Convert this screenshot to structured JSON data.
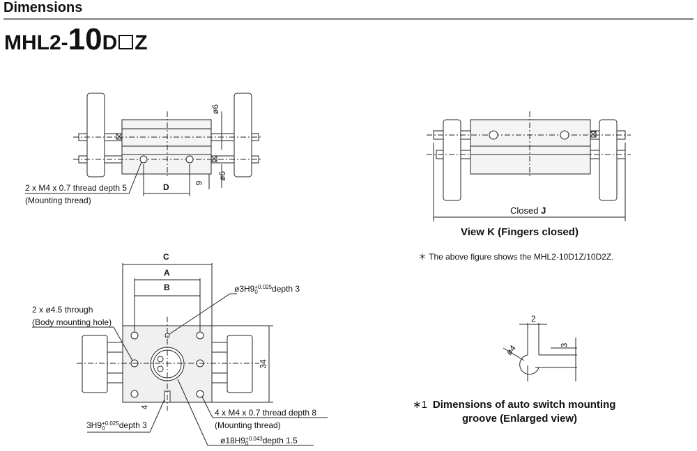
{
  "header": {
    "title": "Dimensions"
  },
  "model": {
    "prefix": "MHL2-",
    "size": "10",
    "d": "D",
    "z": "Z"
  },
  "view1": {
    "mounting_thread": "2 x M4 x 0.7 thread depth 5",
    "mounting_thread_note": "(Mounting thread)",
    "dim_d": "D",
    "dim_6a": "ø6",
    "dim_6b": "ø6",
    "dim_9": "9"
  },
  "viewk": {
    "closed_prefix": "Closed ",
    "closed_j": "J",
    "title": "View K (Fingers closed)",
    "note": "＊ The above figure shows the MHL2-10D1Z/10D2Z."
  },
  "bottom": {
    "dim_c": "C",
    "dim_a": "A",
    "dim_b": "B",
    "dim_34": "34",
    "dim_4": "4",
    "pin_hole": "ø3H9",
    "pin_tol_up": "+0.025",
    "pin_tol_lo": "0",
    "pin_depth": "depth 3",
    "through": "2 x ø4.5 through",
    "through_note": "(Body mounting hole)",
    "thread8": "4 x M4 x 0.7 thread depth 8",
    "thread8_note": "(Mounting thread)",
    "slot": "3H9",
    "slot_tol_up": "+0.025",
    "slot_tol_lo": "0",
    "slot_depth": "depth 3",
    "bore": "ø18H9",
    "bore_tol_up": "+0.043",
    "bore_tol_lo": "0",
    "bore_depth": "depth 1.5"
  },
  "groove": {
    "dim_2": "2",
    "dim_3": "3",
    "dim_phi4": "ø4",
    "mark": "∗1",
    "title_l1": "Dimensions of auto switch mounting",
    "title_l2": "groove (Enlarged view)"
  }
}
